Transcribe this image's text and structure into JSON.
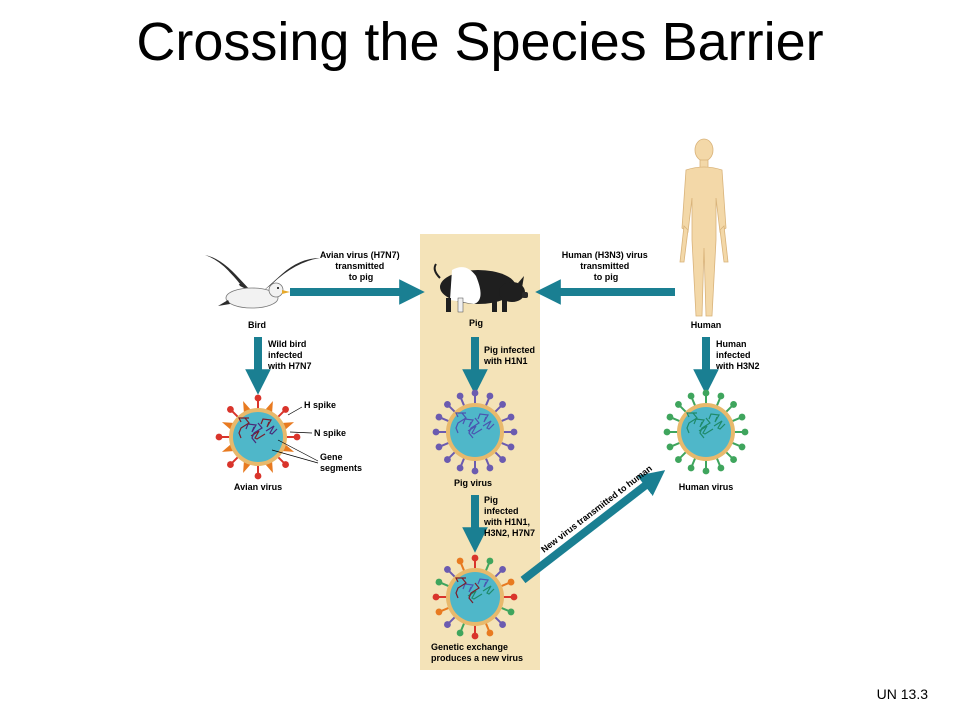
{
  "title": "Crossing the Species Barrier",
  "footer": "UN 13.3",
  "colors": {
    "panel": "#f4e3b8",
    "arrow": "#1a7f92",
    "virus_fill": "#4fb7c9",
    "capsid_ring": "#e8b96c"
  },
  "labels": {
    "bird": "Bird",
    "pig": "Pig",
    "human": "Human",
    "avian_to_pig": [
      "Avian virus (H7N7)",
      "transmitted",
      "to pig"
    ],
    "human_to_pig": [
      "Human (H3N3) virus",
      "transmitted",
      "to pig"
    ],
    "wild_bird": [
      "Wild bird",
      "infected",
      "with H7N7"
    ],
    "pig_infected": [
      "Pig infected",
      "with H1N1"
    ],
    "human_infected": [
      "Human",
      "infected",
      "with H3N2"
    ],
    "h_spike": "H spike",
    "n_spike": "N spike",
    "gene_segments": [
      "Gene",
      "segments"
    ],
    "avian_virus": "Avian virus",
    "pig_virus": "Pig virus",
    "human_virus": "Human virus",
    "pig_multi": [
      "Pig",
      "infected",
      "with H1N1,",
      "H3N2, H7N7"
    ],
    "new_virus_transmitted": "New virus transmitted to human",
    "genetic_exchange": [
      "Genetic exchange",
      "produces a new virus"
    ]
  }
}
